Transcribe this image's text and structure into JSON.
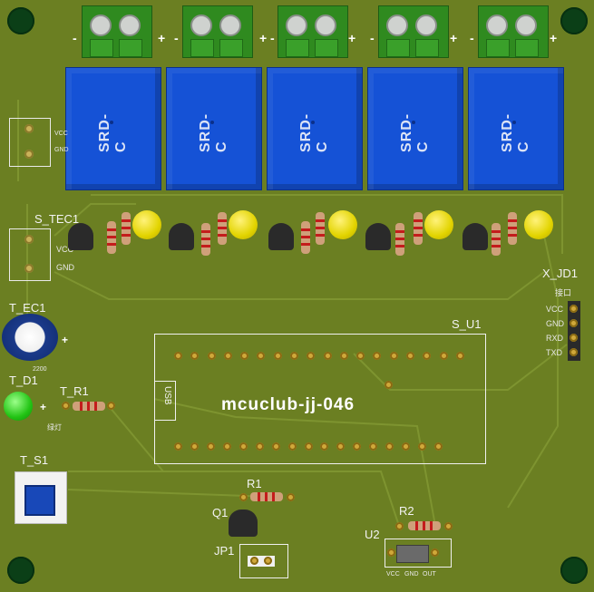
{
  "board": {
    "relays": [
      {
        "label": "SRD-C"
      },
      {
        "label": "SRD-C"
      },
      {
        "label": "SRD-C"
      },
      {
        "label": "SRD-C"
      },
      {
        "label": "SRD-C"
      }
    ],
    "terminal_markers": [
      "-",
      "+",
      "-",
      "+",
      "-",
      "+",
      "-",
      "+",
      "-",
      "+"
    ],
    "components": {
      "s_tec1": "S_TEC1",
      "t_ec1": "T_EC1",
      "t_d1": "T_D1",
      "t_r1": "T_R1",
      "t_s1": "T_S1",
      "s_u1": "S_U1",
      "x_jd1": "X_JD1",
      "r1": "R1",
      "r2": "R2",
      "q1": "Q1",
      "u2": "U2",
      "jp1": "JP1"
    },
    "module_title": "mcuclub-jj-046",
    "usb_label": "USB",
    "conn_labels": {
      "top": {
        "vcc": "VCC",
        "gnd": "GND"
      },
      "s_tec1": {
        "vcc": "VCC",
        "gnd": "GND"
      },
      "x_jd1": {
        "vcc": "VCC",
        "gnd": "GND",
        "rxd": "RXD",
        "txd": "TXD"
      }
    },
    "cap_label": "2200",
    "led_label": "绿灯",
    "u2_pins": [
      "VCC",
      "GND",
      "OUT"
    ],
    "x_jd1_note": "接口"
  }
}
